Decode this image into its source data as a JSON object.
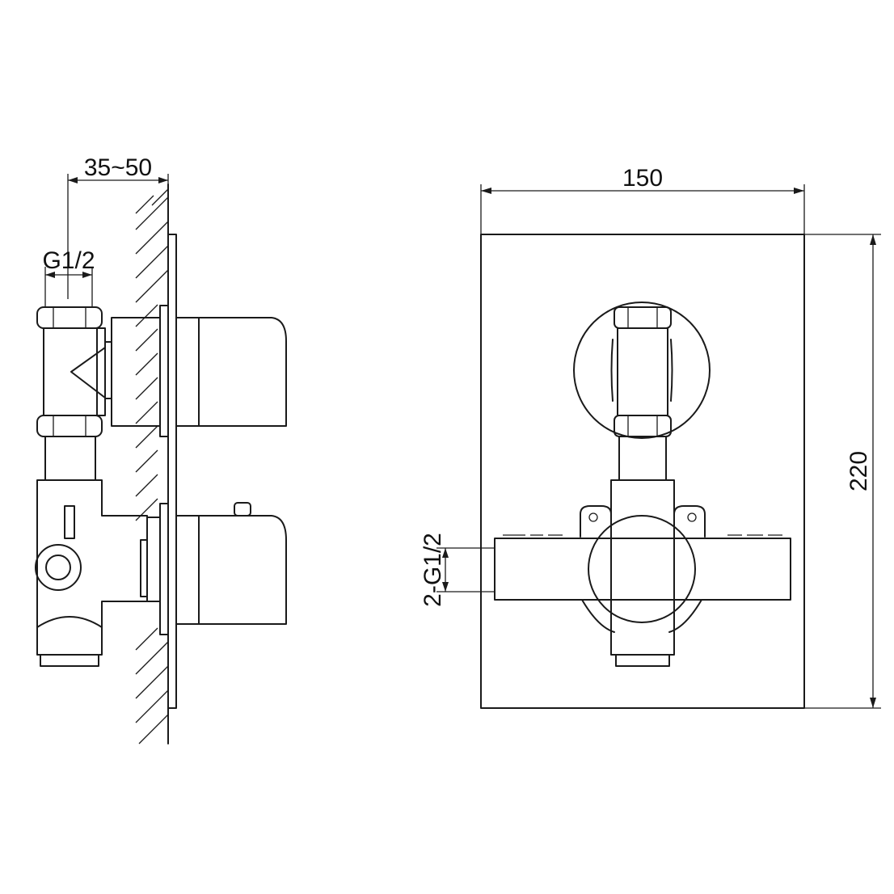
{
  "dimensions": {
    "wall_depth": "35~50",
    "inlet_size_side": "G1/2",
    "plate_width": "150",
    "plate_height": "220",
    "inlets_front": "2-G1/2"
  },
  "colors": {
    "line": "#1a1a1a",
    "background": "#ffffff"
  }
}
